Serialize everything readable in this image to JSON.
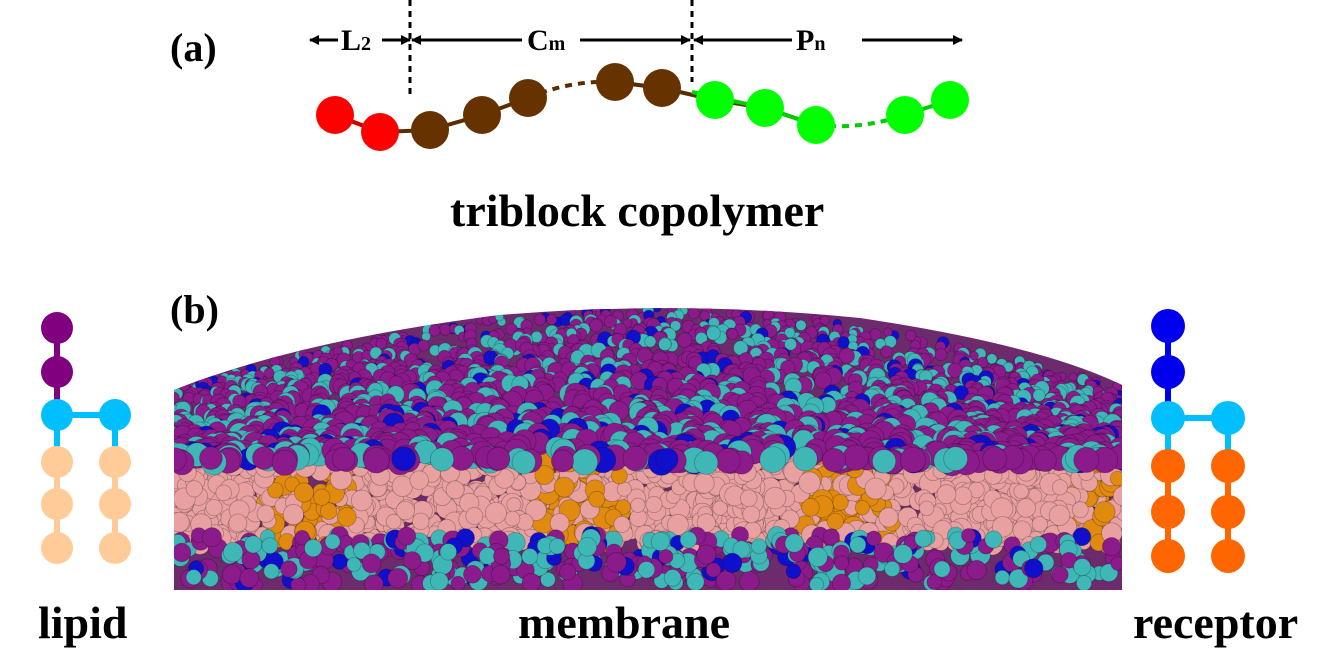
{
  "panels": {
    "a_label": "(a)",
    "b_label": "(b)"
  },
  "copolymer": {
    "caption": "triblock copolymer",
    "segments": [
      {
        "base": "L",
        "sub": "2",
        "color": "#ff0000"
      },
      {
        "base": "C",
        "sub": "m",
        "color": "#663300"
      },
      {
        "base": "P",
        "sub": "n",
        "color": "#00ff00"
      }
    ]
  },
  "lipid": {
    "caption": "lipid",
    "head_color": "#800080",
    "joint_color": "#00bfff",
    "tail_color": "#ffcc99"
  },
  "membrane": {
    "caption": "membrane",
    "colors": {
      "head": "#8b1a8b",
      "receptor_head": "#1010cc",
      "interface": "#3fb7b7",
      "lipid_tail": "#e8a0a0",
      "receptor_tail": "#e08a10"
    }
  },
  "receptor": {
    "caption": "receptor",
    "head_color": "#0000ee",
    "joint_color": "#00bfff",
    "tail_color": "#ff6600"
  }
}
